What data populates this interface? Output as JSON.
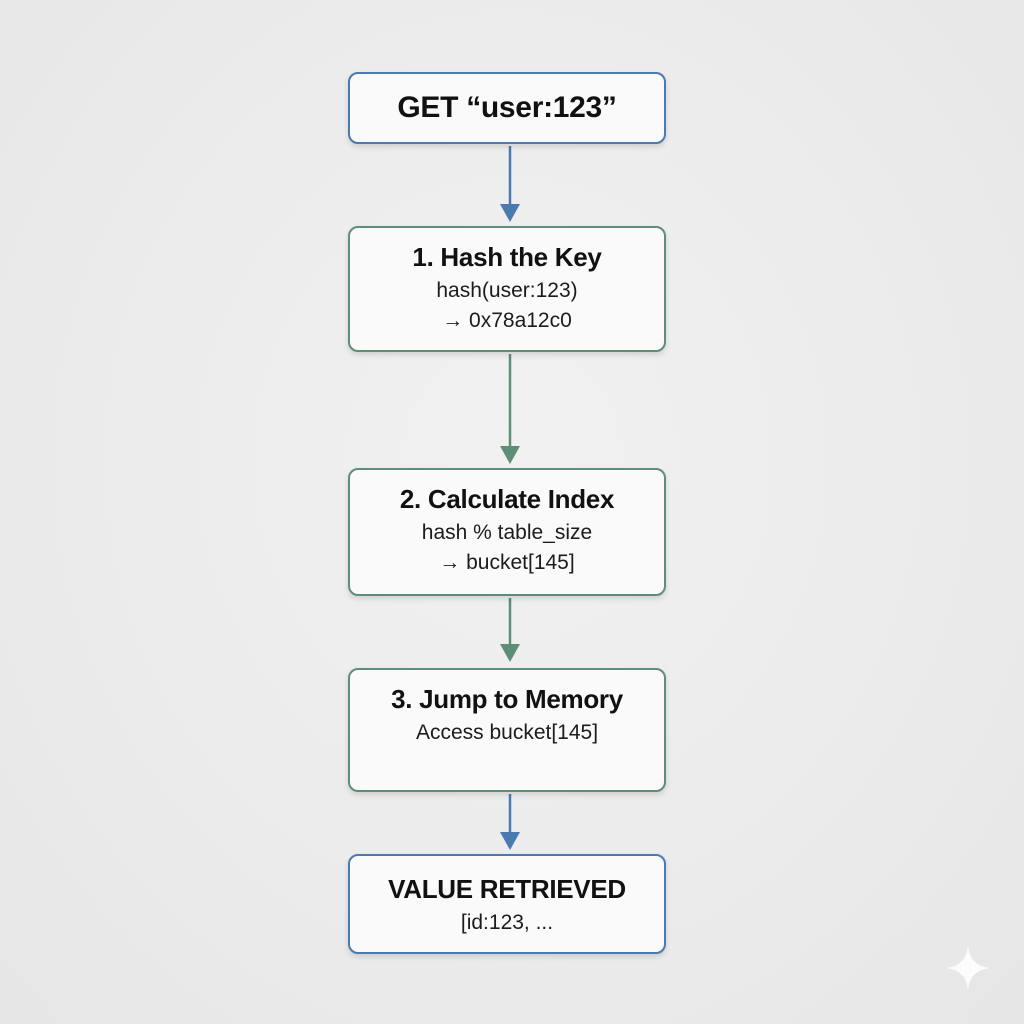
{
  "steps": [
    {
      "title": "GET “user:123”",
      "lines": []
    },
    {
      "title": "1. Hash the Key",
      "lines": [
        "hash(user:123)",
        "→ 0x78a12c0"
      ]
    },
    {
      "title": "2. Calculate Index",
      "lines": [
        "hash % table_size",
        "→ bucket[145]"
      ]
    },
    {
      "title": "3. Jump to Memory",
      "lines": [
        "Access bucket[145]"
      ]
    },
    {
      "title": "VALUE RETRIEVED",
      "lines": [
        "[id:123, ..."
      ]
    }
  ],
  "colors": {
    "blue_border": "#4a7ab0",
    "green_border": "#5e8e78",
    "blue_arrow": "#4a7ab0",
    "green_arrow": "#5e8e78",
    "background": "#ececec"
  }
}
